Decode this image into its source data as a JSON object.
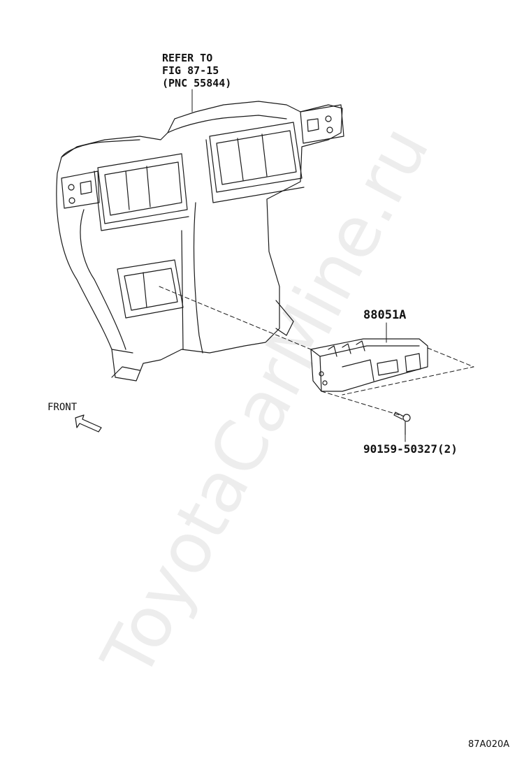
{
  "callouts": {
    "refer_line1": "REFER TO",
    "refer_line2": "FIG 87-15",
    "refer_line3": "(PNC 55844)",
    "part_main": "88051A",
    "part_bolt": "90159-50327(2)",
    "front": "FRONT",
    "figure_code": "87A020A"
  },
  "watermark": "ToyotaCarMine.ru",
  "colors": {
    "line": "#1a1a1a",
    "watermark": "#000000"
  },
  "icons": {
    "front_arrow": "arrow-up-left-icon"
  }
}
